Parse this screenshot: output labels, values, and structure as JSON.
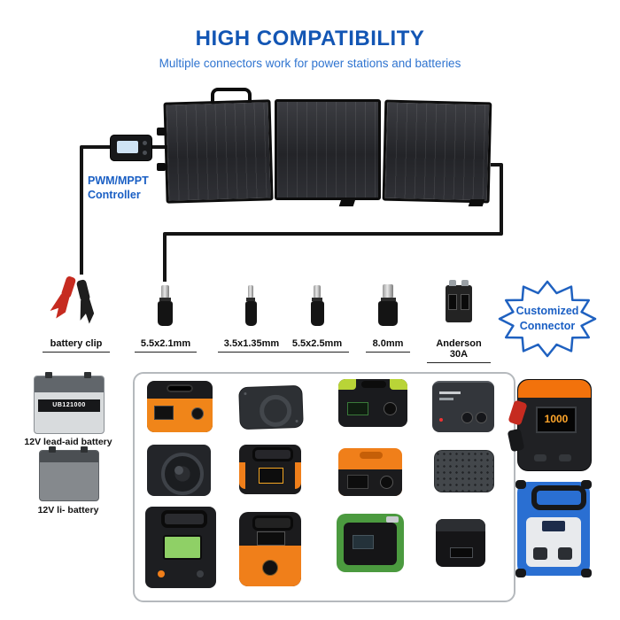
{
  "header": {
    "title": "HIGH COMPATIBILITY",
    "subtitle": "Multiple connectors work for power stations and batteries"
  },
  "controller": {
    "label": "PWM/MPPT Controller"
  },
  "connectors": {
    "battery_clip_label": "battery clip",
    "items": [
      {
        "label": "5.5x2.1mm"
      },
      {
        "label": "3.5x1.35mm"
      },
      {
        "label": "5.5x2.5mm"
      },
      {
        "label": "8.0mm"
      },
      {
        "label": "Anderson 30A"
      }
    ],
    "customized": {
      "line1": "Customized",
      "line2": "Connector"
    }
  },
  "batteries": {
    "model": "UB121000",
    "label1": "12V lead-aid battery",
    "label2": "12V li- battery"
  },
  "devices": {
    "jump_starter_display": "1000"
  },
  "colors": {
    "accent_blue": "#1356b4",
    "subtitle_blue": "#2f74d0",
    "wire": "#141414",
    "clip_red": "#c62b20",
    "orange": "#f07f1a",
    "green": "#b9d437"
  }
}
